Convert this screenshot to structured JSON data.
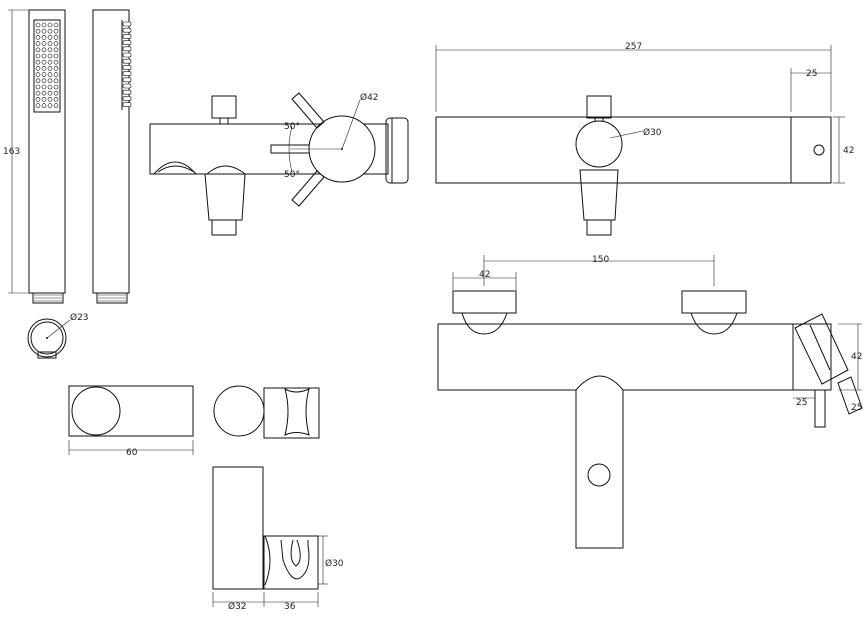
{
  "colors": {
    "line": "#111111",
    "background": "#ffffff"
  },
  "dimensions": {
    "hand_shower_length": "163",
    "hand_shower_diameter": "Ø23",
    "angle_upper": "50°",
    "angle_lower": "50°",
    "handle_diameter_side": "Ø42",
    "total_length": "257",
    "end_cap_width": "25",
    "body_height_top": "42",
    "handle_diameter_top": "Ø30",
    "holder_width": "60",
    "knob_width": "42",
    "center_distance": "150",
    "body_height_front": "42",
    "diverter_gap": "25",
    "diverter_length": "25",
    "holder_depth_a": "Ø32",
    "holder_depth_b": "36",
    "holder_opening": "Ø30"
  }
}
